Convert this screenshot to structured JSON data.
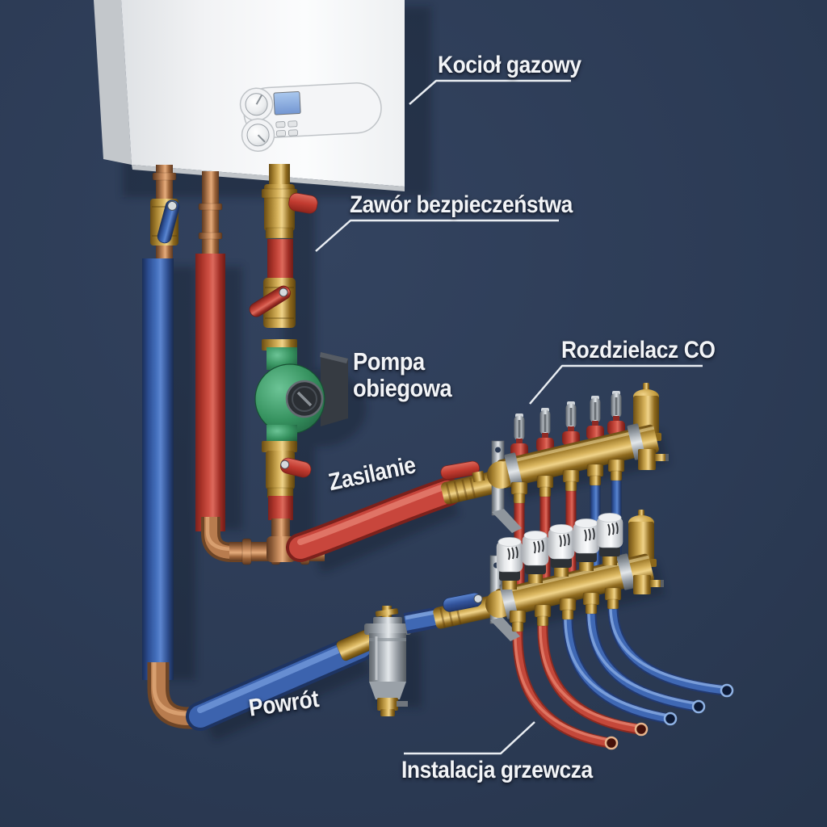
{
  "diagram": {
    "labels": {
      "boiler": "Kocioł gazowy",
      "safety_valve": "Zawór bezpieczeństwa",
      "pump": "Pompa obiegowa",
      "manifold": "Rozdzielacz CO",
      "supply": "Zasilanie",
      "return": "Powrót",
      "heating_installation": "Instalacja grzewcza"
    },
    "colors": {
      "background_color": "#2b3a53",
      "label_text": "#f2f4f7",
      "leader_line": "#e9edf2",
      "supply_insulation": "#c8463c",
      "return_insulation": "#3c63ae",
      "copper": "#c98d5f",
      "brass": "#d9b55e",
      "steel": "#b9c0c7",
      "pump_green": "#3f9a6a",
      "boiler_white": "#f4f5f6"
    }
  }
}
